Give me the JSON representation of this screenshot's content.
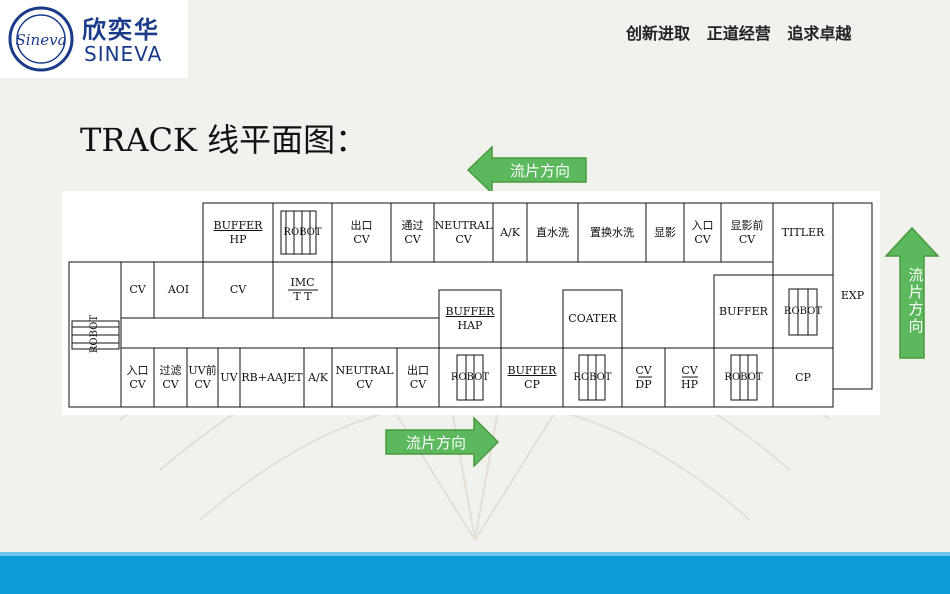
{
  "brand": {
    "name_cn": "欣奕华",
    "name_en": "SINEVA",
    "logo_script": "Sineva"
  },
  "slogan": "创新进取   正道经营   追求卓越",
  "title": "TRACK 线平面图：",
  "arrows": {
    "top": "流片方向",
    "bottom": "流片方向",
    "right": "流片方向"
  },
  "diagram": {
    "top_row": {
      "buffer_hp": [
        "BUFFER",
        "HP"
      ],
      "robot": "ROBOT",
      "outlet_cv": [
        "出口",
        "CV"
      ],
      "pass_cv": [
        "通过",
        "CV"
      ],
      "neutral_cv": [
        "NEUTRAL",
        "CV"
      ],
      "ak": "A/K",
      "direct_wash": "直水洗",
      "replace_wash": "置换水洗",
      "develop": "显影",
      "inlet_cv": [
        "入口",
        "CV"
      ],
      "pre_develop_cv": [
        "显影前",
        "CV"
      ],
      "titler": "TITLER",
      "exp": "EXP"
    },
    "middle_row": {
      "cv1": "CV",
      "aoi": "AOI",
      "cv2": "CV",
      "imc": [
        "IMC",
        "T T"
      ],
      "buffer_hap": [
        "BUFFER",
        "HAP"
      ],
      "coater": "COATER",
      "buffer": "BUFFER",
      "robot_right": "ROBOT"
    },
    "left_robot": "ROBOT",
    "bottom_row": {
      "inlet_cv": [
        "入口",
        "CV"
      ],
      "filter_cv": [
        "过滤",
        "CV"
      ],
      "pre_uv_cv": [
        "UV前",
        "CV"
      ],
      "uv": "UV",
      "rb_aajet": "RB+AAJET",
      "ak": "A/K",
      "neutral_cv": [
        "NEUTRAL",
        "CV"
      ],
      "outlet_cv": [
        "出口",
        "CV"
      ],
      "robot1": "ROBOT",
      "buffer_cp": [
        "BUFFER",
        "CP"
      ],
      "robot2": "ROBOT",
      "cv_dp": [
        "CV",
        "DP"
      ],
      "cv_hp": [
        "CV",
        "HP"
      ],
      "robot3": "ROBOT",
      "cp": "CP"
    }
  },
  "colors": {
    "arrow_fill": "#5cb85c",
    "arrow_stroke": "#4a9a3c",
    "footer": "#0a9bd8",
    "brand": "#1a3a8a"
  }
}
